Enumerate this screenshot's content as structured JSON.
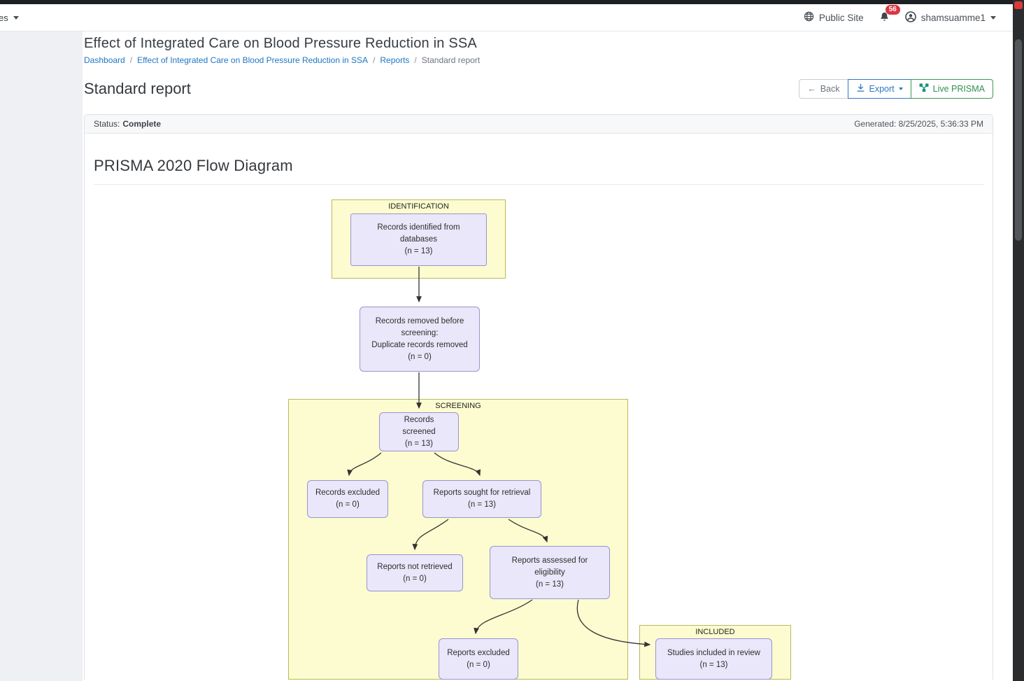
{
  "topnav": {
    "left_menu": "es",
    "public_site": "Public Site",
    "notification_count": "56",
    "username": "shamsuamme1"
  },
  "page": {
    "title": "Effect of Integrated Care on Blood Pressure Reduction in SSA",
    "breadcrumb": {
      "items": [
        "Dashboard",
        "Effect of Integrated Care on Blood Pressure Reduction in SSA",
        "Reports"
      ],
      "current": "Standard report",
      "sep": "/"
    },
    "heading": "Standard report"
  },
  "toolbar": {
    "back_label": "Back",
    "export_label": "Export",
    "live_prisma_label": "Live PRISMA"
  },
  "report": {
    "status_label": "Status:",
    "status_value": "Complete",
    "generated": "Generated: 8/25/2025, 5:36:33 PM",
    "diagram_title": "PRISMA 2020 Flow Diagram"
  },
  "diagram": {
    "sections": {
      "identification": "IDENTIFICATION",
      "screening": "SCREENING",
      "included": "INCLUDED"
    },
    "boxes": {
      "identified": {
        "text": "Records identified from databases",
        "count": "(n = 13)"
      },
      "removed": {
        "text": "Records removed before screening:",
        "text2": "Duplicate records removed",
        "count": "(n = 0)"
      },
      "screened": {
        "text": "Records screened",
        "count": "(n = 13)"
      },
      "records_excluded": {
        "text": "Records excluded",
        "count": "(n = 0)"
      },
      "sought": {
        "text": "Reports sought for retrieval",
        "count": "(n = 13)"
      },
      "not_retrieved": {
        "text": "Reports not retrieved",
        "count": "(n = 0)"
      },
      "assessed": {
        "text": "Reports assessed for eligibility",
        "count": "(n = 13)"
      },
      "reports_excluded": {
        "text": "Reports excluded",
        "count": "(n = 0)"
      },
      "included_studies": {
        "text": "Studies included in review",
        "count": "(n = 13)"
      }
    },
    "colors": {
      "section_bg": "#fcfcd0",
      "section_border": "#b9b95f",
      "box_bg": "#e9e7f9",
      "box_border": "#9b93cf",
      "arrow": "#333333",
      "accent_blue": "#2e78c7",
      "accent_green": "#2f8f4e",
      "badge_red": "#dc3545"
    }
  }
}
